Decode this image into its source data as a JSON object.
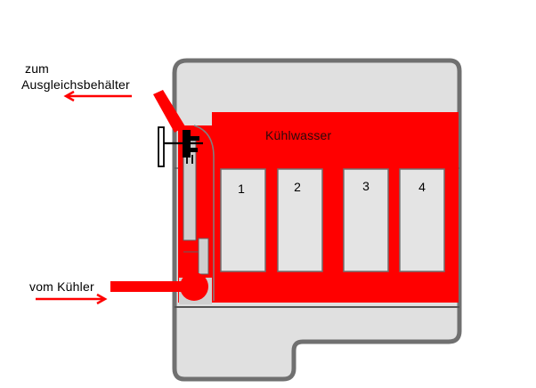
{
  "labels": {
    "to_line1": "zum",
    "to_line2": "Ausgleichsbehälter",
    "from_radiator": "vom Kühler",
    "coolant": "Kühlwasser"
  },
  "cylinders": [
    "1",
    "2",
    "3",
    "4"
  ],
  "colors": {
    "coolant_red": "#ff0000",
    "block_fill": "#e0e0e0",
    "outline_gray": "#707070",
    "cylinder_fill": "#e4e4e4",
    "thermostat_black": "#000000"
  }
}
